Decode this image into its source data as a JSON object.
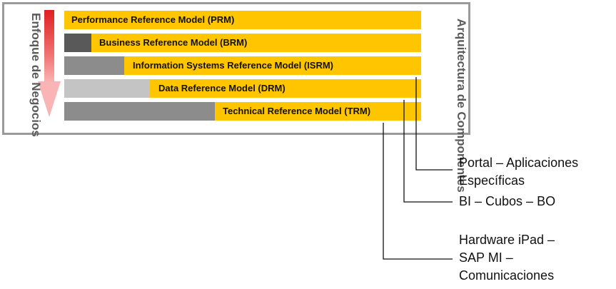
{
  "left_axis": {
    "label": "Enfoque de Negocios"
  },
  "right_axis": {
    "label": "Arquitectura de Componentes"
  },
  "models": [
    {
      "label": "Performance Reference Model (PRM)"
    },
    {
      "label": "Business Reference Model (BRM)"
    },
    {
      "label": "Information Systems Reference Model (ISRM)"
    },
    {
      "label": "Data Reference Model (DRM)"
    },
    {
      "label": "Technical Reference Model (TRM)"
    }
  ],
  "components": [
    {
      "line1": "Portal – Aplicaciones",
      "line2": "Específicas"
    },
    {
      "line1": "BI – Cubos – BO"
    },
    {
      "line1": "Hardware iPad –",
      "line2": "SAP MI –",
      "line3": "Comunicaciones"
    }
  ],
  "colors": {
    "bar": "#ffc600",
    "frame": "#9a9a9a",
    "arrow_top": "#e02020",
    "arrow_bottom": "#f9b5b5",
    "gray_dark": "#595959",
    "gray_mid": "#8c8c8c",
    "gray_light": "#c4c4c4"
  }
}
